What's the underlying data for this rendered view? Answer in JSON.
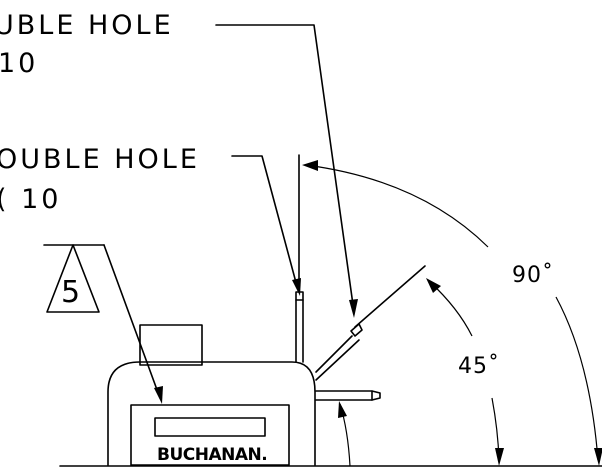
{
  "notes": {
    "top_note_line1": "UBLE HOLE",
    "top_note_line2": "10",
    "mid_note_line1": "OUBLE HOLE",
    "mid_note_line2": "( 10"
  },
  "callout": {
    "delta_number": "5"
  },
  "angles": {
    "ninety": "90˚",
    "forty_five": "45˚"
  },
  "device": {
    "brand": "BUCHANAN."
  }
}
